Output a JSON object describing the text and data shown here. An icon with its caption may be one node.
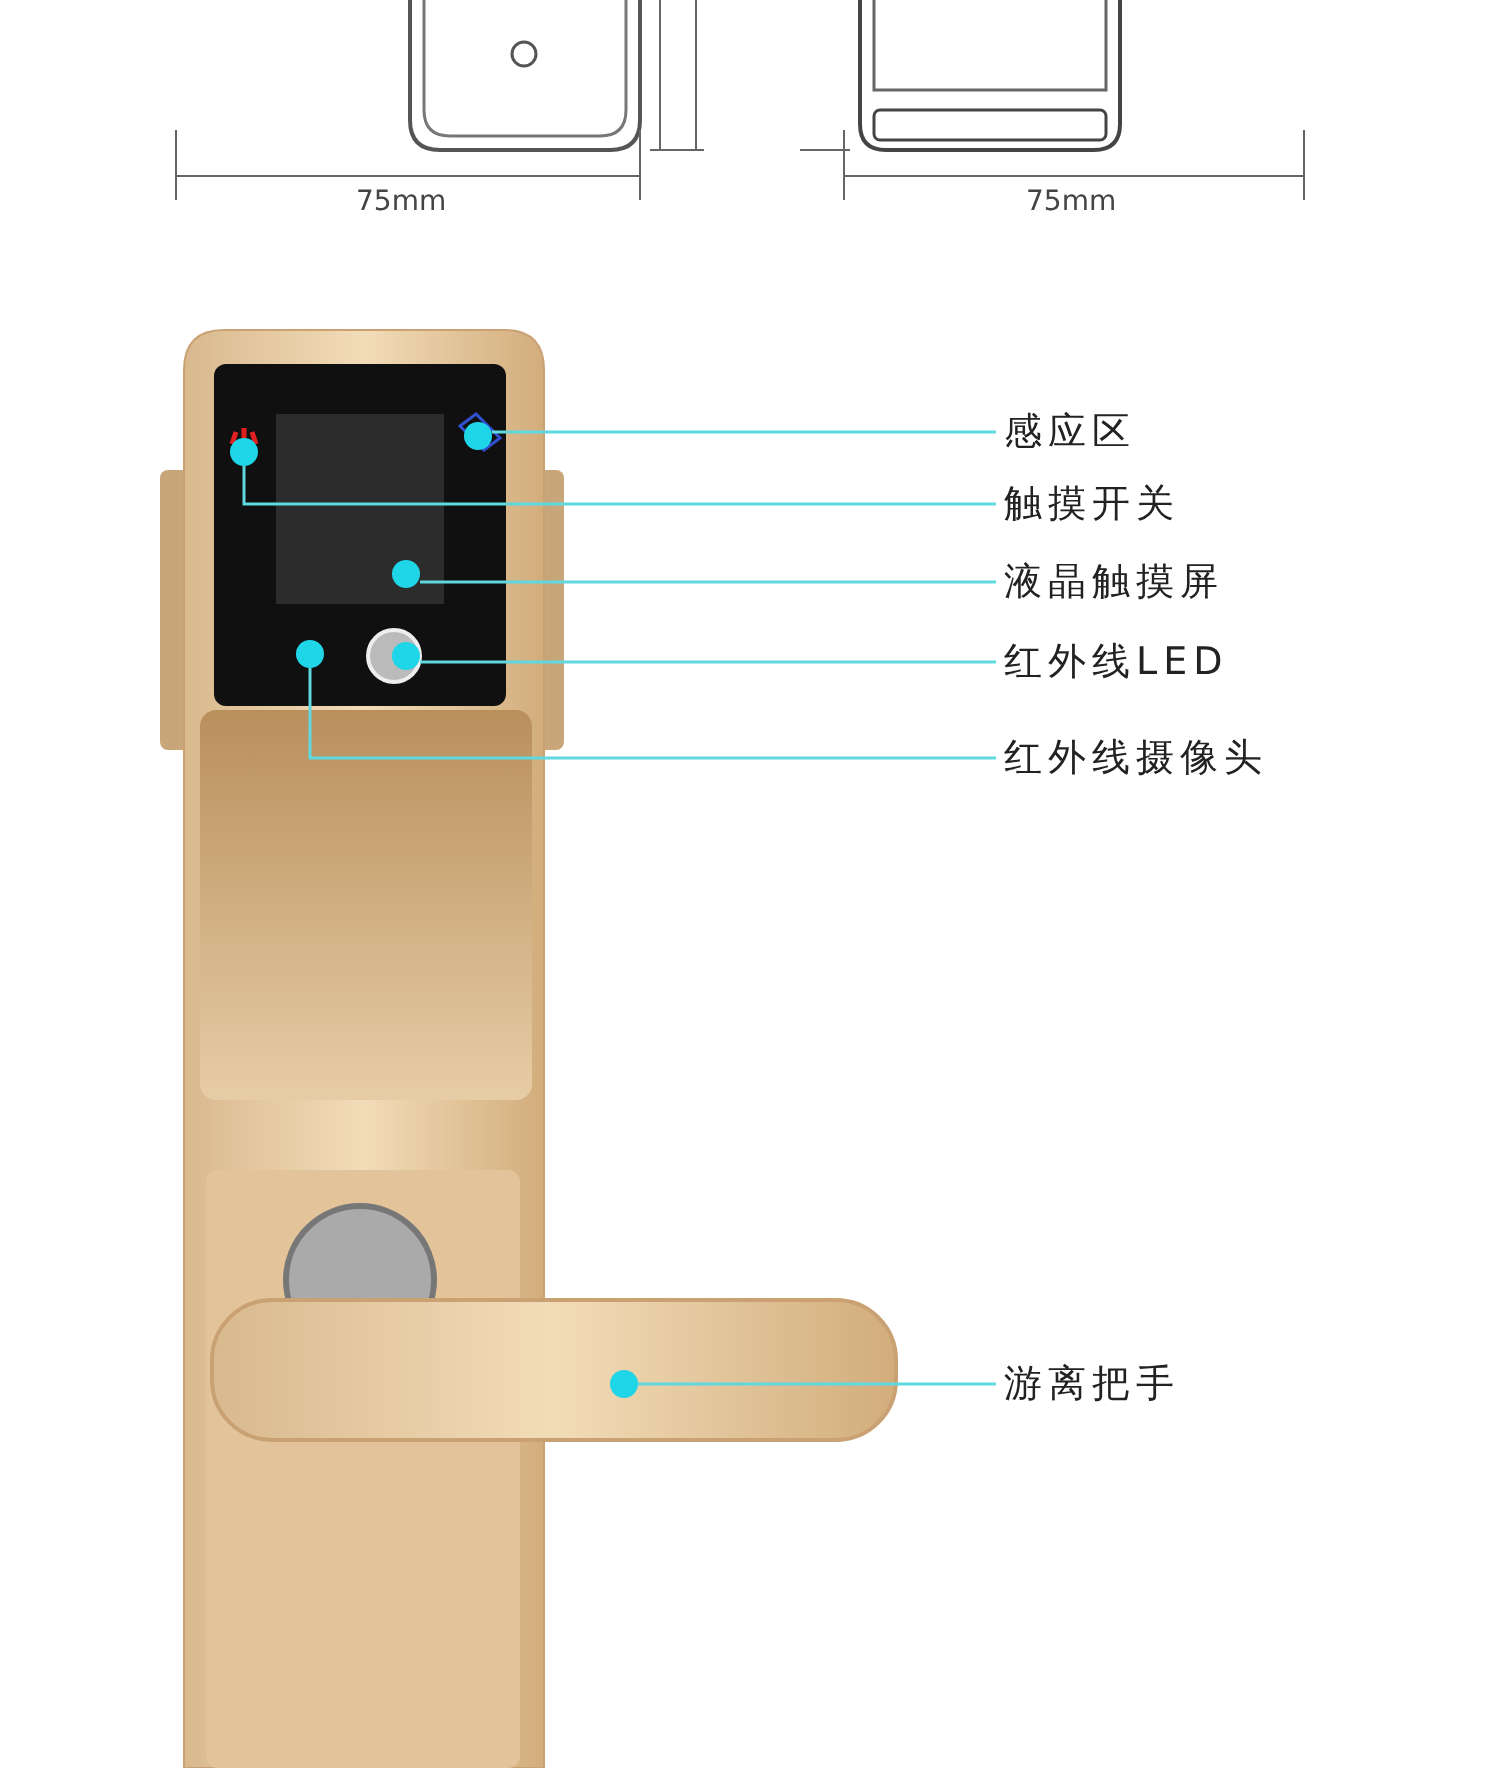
{
  "diagram": {
    "nodes": [
      {
        "text": [
          "感应区"
        ]
      },
      {
        "text": [
          "触摸开关"
        ]
      },
      {
        "text": [
          "液晶触摸屏"
        ]
      },
      {
        "text": [
          "红外线LED"
        ]
      },
      {
        "text": [
          "红外线摄像头"
        ]
      },
      {
        "text": [
          "游离把手"
        ]
      },
      {
        "text": [],
        "shape": "circle"
      },
      {
        "text": [],
        "shape": "circle"
      },
      {
        "text": [],
        "shape": "circle"
      },
      {
        "text": [],
        "shape": "circle"
      },
      {
        "text": [],
        "shape": "circle"
      },
      {
        "text": [],
        "shape": "circle"
      }
    ],
    "edges": [
      {
        "from": 0,
        "to": 6,
        "arrow": "none"
      },
      {
        "from": 1,
        "to": 7,
        "arrow": "none"
      },
      {
        "from": 2,
        "to": 8,
        "arrow": "none"
      },
      {
        "from": 3,
        "to": 9,
        "arrow": "none"
      },
      {
        "from": 4,
        "to": 10,
        "arrow": "none"
      },
      {
        "from": 5,
        "to": 11,
        "arrow": "none"
      }
    ],
    "labels": [
      "75mm",
      "75mm"
    ]
  }
}
